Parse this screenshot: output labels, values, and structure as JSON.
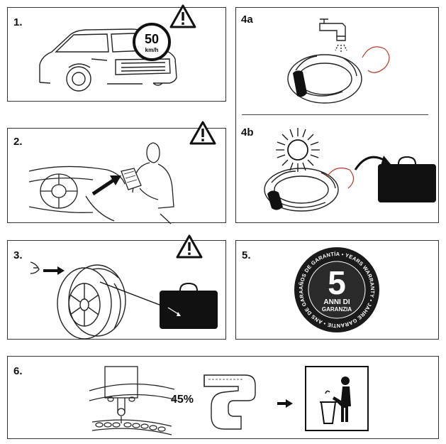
{
  "steps": {
    "s1": "1.",
    "s2": "2.",
    "s3": "3.",
    "s4a": "4a",
    "s4b": "4b",
    "s5": "5.",
    "s6": "6."
  },
  "speed_sign": {
    "value": "50",
    "unit": "km/h"
  },
  "warranty": {
    "number": "5",
    "line1": "ANNI DI",
    "line2": "GARANZIA",
    "ring_text": "AÑOS DE GARANTÍA • YEARS WARRANTY • JAHRE GARANTIE • ANS DE GARANTIE •"
  },
  "recycle_percent": "45%",
  "icons": [
    "warning-icon",
    "car-icon",
    "speed-limit-icon",
    "manual-reading-icon",
    "tap-icon",
    "sun-icon",
    "bag-icon",
    "warranty-seal-icon",
    "trash-bin-icon",
    "arrow-icon"
  ]
}
